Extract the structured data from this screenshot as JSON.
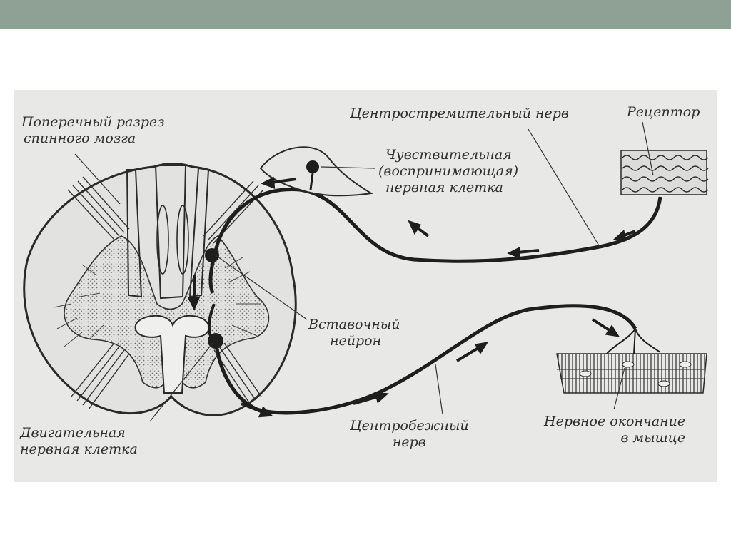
{
  "slide": {
    "bar_color": "#8fa095"
  },
  "diagram": {
    "labels": {
      "cross_section": [
        "Поперечный разрез",
        "спинного мозга"
      ],
      "afferent_nerve": "Центростремительный нерв",
      "receptor": "Рецептор",
      "sensory_cell": [
        "Чувствительная",
        "(воспринимающая)",
        "нервная клетка"
      ],
      "interneuron": [
        "Вставочный",
        "нейрон"
      ],
      "motor_cell": [
        "Двигательная",
        "нервная клетка"
      ],
      "efferent_nerve": [
        "Центробежный",
        "нерв"
      ],
      "nerve_ending": [
        "Нервное окончание",
        "в мышце"
      ]
    }
  }
}
